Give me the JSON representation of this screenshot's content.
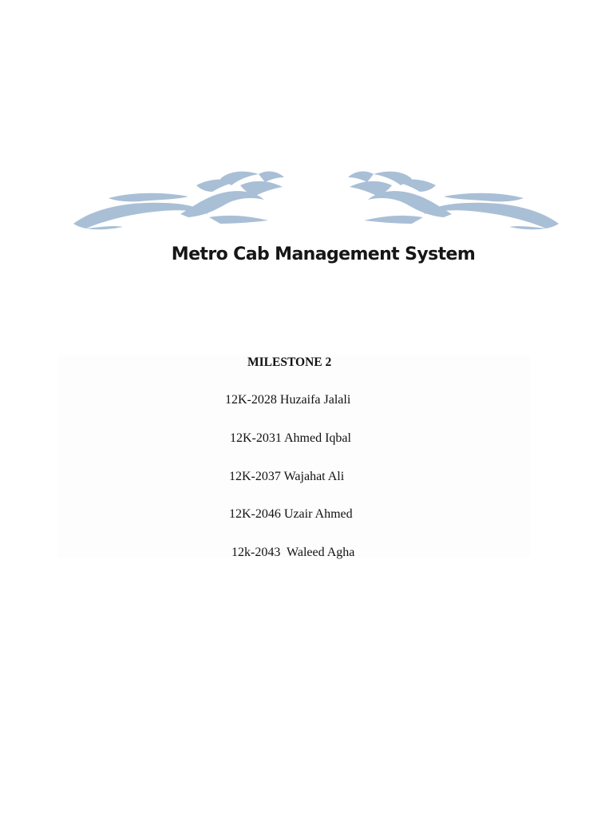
{
  "document": {
    "title": "Metro Cab Management System",
    "milestone": "MILESTONE 2",
    "members": [
      "12K-2028 Huzaifa Jalali",
      "12K-2031 Ahmed Iqbal",
      "12K-2037 Wajahat Ali",
      "12K-2046 Uzair Ahmed",
      "12k-2043  Waleed Agha"
    ],
    "ornament_icon": "floral-flourish-icon",
    "ornament_color": "#a9bfd6"
  }
}
